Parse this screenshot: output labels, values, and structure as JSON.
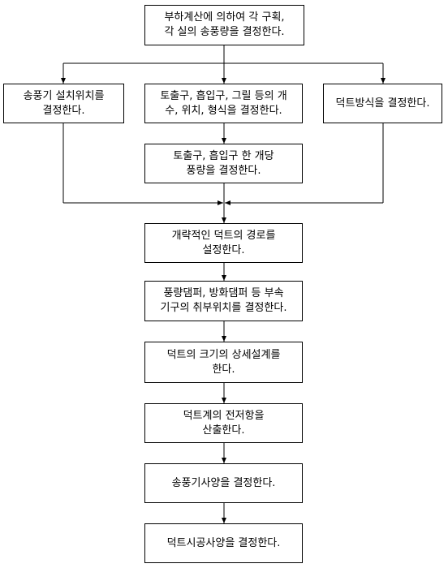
{
  "steps": {
    "s1": "부하계산에 의하여 각 구획,\n각 실의 송풍량을 결정한다.",
    "s2a": "송풍기 설치위치를\n결정한다.",
    "s2b": "토출구, 흡입구, 그릴 등의 개\n수, 위치, 형식을 결정한다.",
    "s2c": "덕트방식을 결정한다.",
    "s3": "토출구, 흡입구 한 개당\n풍량을 결정한다.",
    "s4": "개략적인 덕트의 경로를\n설정한다.",
    "s5": "풍량댐퍼, 방화댐퍼 등 부속\n기구의 취부위치를 결정한다.",
    "s6": "덕트의 크기의 상세설계를\n한다.",
    "s7": "덕트계의 전저항을\n산출한다.",
    "s8": "송풍기사양을 결정한다.",
    "s9": "덕트시공사양을 결정한다."
  }
}
